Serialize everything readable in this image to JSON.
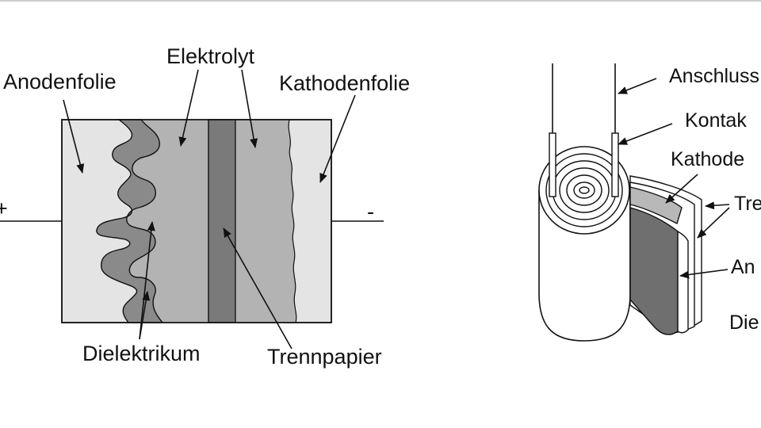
{
  "left_diagram": {
    "labels": {
      "anodenfolie": "Anodenfolie",
      "elektrolyt": "Elektrolyt",
      "kathodenfolie": "Kathodenfolie",
      "dielektrikum": "Dielektrikum",
      "trennpapier": "Trennpapier",
      "plus": "+",
      "minus": "-"
    }
  },
  "right_diagram": {
    "labels": {
      "anschluss": "Anschluss",
      "kontakt": "Kontak",
      "kathode": "Kathode",
      "trennpapier": "Tre",
      "anode": "An",
      "dielektrikum": "Die"
    }
  },
  "colors": {
    "anode": "#e4e4e4",
    "dielectric": "#8a8a8a",
    "electrolyte": "#b3b3b3",
    "separator": "#7a7a7a",
    "cathode": "#e4e4e4",
    "line": "#111111"
  }
}
